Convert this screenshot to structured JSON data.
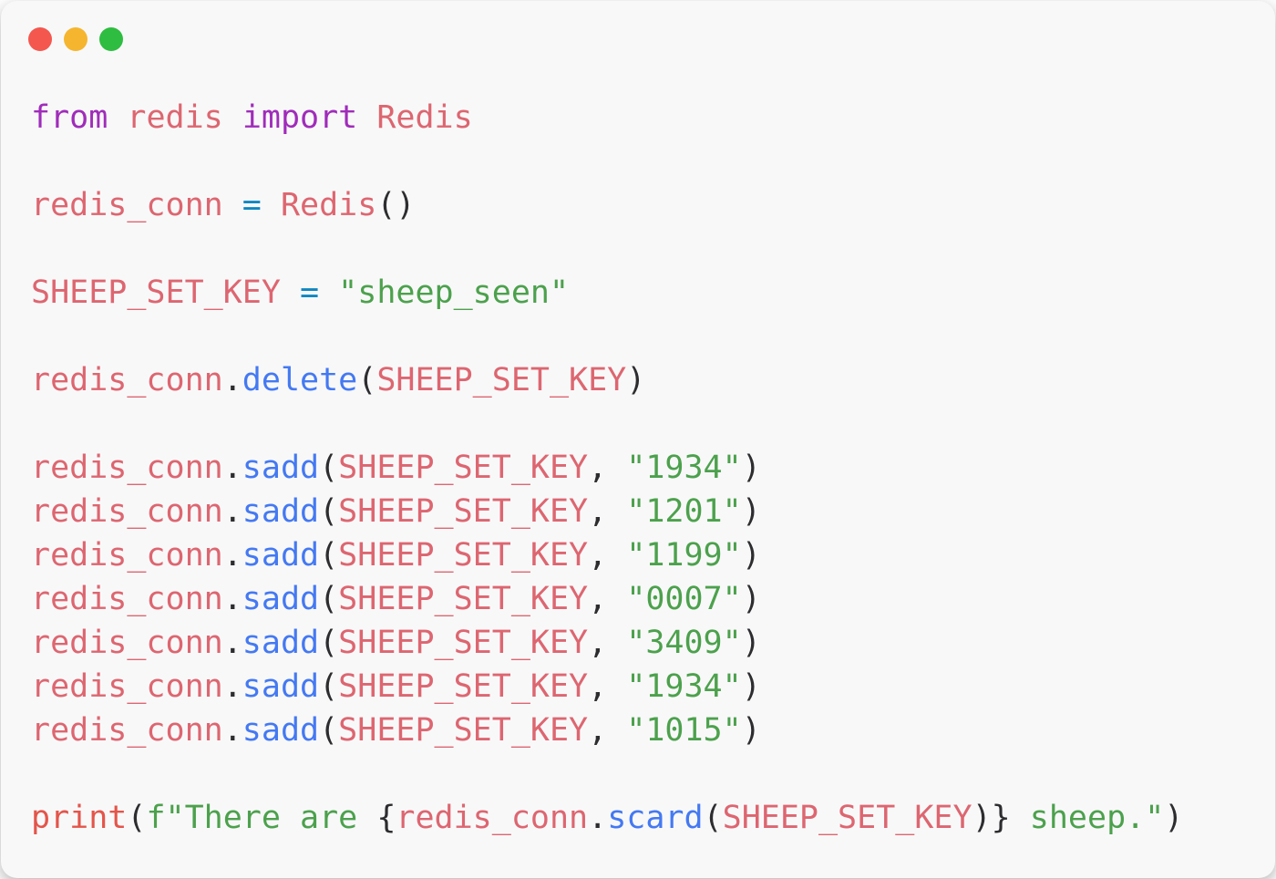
{
  "window": {
    "traffic_lights": [
      {
        "name": "close",
        "color": "#f4574e"
      },
      {
        "name": "minimize",
        "color": "#f5b52e"
      },
      {
        "name": "zoom",
        "color": "#2ebd40"
      }
    ],
    "background": "#f8f8f9"
  },
  "code": {
    "language": "python",
    "colors": {
      "keyword": "#a02cba",
      "name": "#dd6670",
      "operator": "#0e87c1",
      "function": "#4479f2",
      "string": "#4ca14c",
      "builtin": "#e4554a",
      "punct": "#2d2d30",
      "plain": "#2d2d30"
    },
    "lines": [
      [
        [
          "from",
          "keyword"
        ],
        [
          " ",
          "plain"
        ],
        [
          "redis",
          "name"
        ],
        [
          " ",
          "plain"
        ],
        [
          "import",
          "keyword"
        ],
        [
          " ",
          "plain"
        ],
        [
          "Redis",
          "name"
        ]
      ],
      [],
      [
        [
          "redis_conn",
          "name"
        ],
        [
          " ",
          "plain"
        ],
        [
          "=",
          "operator"
        ],
        [
          " ",
          "plain"
        ],
        [
          "Redis",
          "name"
        ],
        [
          "()",
          "punct"
        ]
      ],
      [],
      [
        [
          "SHEEP_SET_KEY",
          "name"
        ],
        [
          " ",
          "plain"
        ],
        [
          "=",
          "operator"
        ],
        [
          " ",
          "plain"
        ],
        [
          "\"sheep_seen\"",
          "string"
        ]
      ],
      [],
      [
        [
          "redis_conn",
          "name"
        ],
        [
          ".",
          "punct"
        ],
        [
          "delete",
          "function"
        ],
        [
          "(",
          "punct"
        ],
        [
          "SHEEP_SET_KEY",
          "name"
        ],
        [
          ")",
          "punct"
        ]
      ],
      [],
      [
        [
          "redis_conn",
          "name"
        ],
        [
          ".",
          "punct"
        ],
        [
          "sadd",
          "function"
        ],
        [
          "(",
          "punct"
        ],
        [
          "SHEEP_SET_KEY",
          "name"
        ],
        [
          ",",
          "punct"
        ],
        [
          " ",
          "plain"
        ],
        [
          "\"1934\"",
          "string"
        ],
        [
          ")",
          "punct"
        ]
      ],
      [
        [
          "redis_conn",
          "name"
        ],
        [
          ".",
          "punct"
        ],
        [
          "sadd",
          "function"
        ],
        [
          "(",
          "punct"
        ],
        [
          "SHEEP_SET_KEY",
          "name"
        ],
        [
          ",",
          "punct"
        ],
        [
          " ",
          "plain"
        ],
        [
          "\"1201\"",
          "string"
        ],
        [
          ")",
          "punct"
        ]
      ],
      [
        [
          "redis_conn",
          "name"
        ],
        [
          ".",
          "punct"
        ],
        [
          "sadd",
          "function"
        ],
        [
          "(",
          "punct"
        ],
        [
          "SHEEP_SET_KEY",
          "name"
        ],
        [
          ",",
          "punct"
        ],
        [
          " ",
          "plain"
        ],
        [
          "\"1199\"",
          "string"
        ],
        [
          ")",
          "punct"
        ]
      ],
      [
        [
          "redis_conn",
          "name"
        ],
        [
          ".",
          "punct"
        ],
        [
          "sadd",
          "function"
        ],
        [
          "(",
          "punct"
        ],
        [
          "SHEEP_SET_KEY",
          "name"
        ],
        [
          ",",
          "punct"
        ],
        [
          " ",
          "plain"
        ],
        [
          "\"0007\"",
          "string"
        ],
        [
          ")",
          "punct"
        ]
      ],
      [
        [
          "redis_conn",
          "name"
        ],
        [
          ".",
          "punct"
        ],
        [
          "sadd",
          "function"
        ],
        [
          "(",
          "punct"
        ],
        [
          "SHEEP_SET_KEY",
          "name"
        ],
        [
          ",",
          "punct"
        ],
        [
          " ",
          "plain"
        ],
        [
          "\"3409\"",
          "string"
        ],
        [
          ")",
          "punct"
        ]
      ],
      [
        [
          "redis_conn",
          "name"
        ],
        [
          ".",
          "punct"
        ],
        [
          "sadd",
          "function"
        ],
        [
          "(",
          "punct"
        ],
        [
          "SHEEP_SET_KEY",
          "name"
        ],
        [
          ",",
          "punct"
        ],
        [
          " ",
          "plain"
        ],
        [
          "\"1934\"",
          "string"
        ],
        [
          ")",
          "punct"
        ]
      ],
      [
        [
          "redis_conn",
          "name"
        ],
        [
          ".",
          "punct"
        ],
        [
          "sadd",
          "function"
        ],
        [
          "(",
          "punct"
        ],
        [
          "SHEEP_SET_KEY",
          "name"
        ],
        [
          ",",
          "punct"
        ],
        [
          " ",
          "plain"
        ],
        [
          "\"1015\"",
          "string"
        ],
        [
          ")",
          "punct"
        ]
      ],
      [],
      [
        [
          "print",
          "builtin"
        ],
        [
          "(",
          "punct"
        ],
        [
          "f\"There are ",
          "string"
        ],
        [
          "{",
          "punct"
        ],
        [
          "redis_conn",
          "name"
        ],
        [
          ".",
          "punct"
        ],
        [
          "scard",
          "function"
        ],
        [
          "(",
          "punct"
        ],
        [
          "SHEEP_SET_KEY",
          "name"
        ],
        [
          ")}",
          "punct"
        ],
        [
          " sheep.\"",
          "string"
        ],
        [
          ")",
          "punct"
        ]
      ]
    ]
  }
}
